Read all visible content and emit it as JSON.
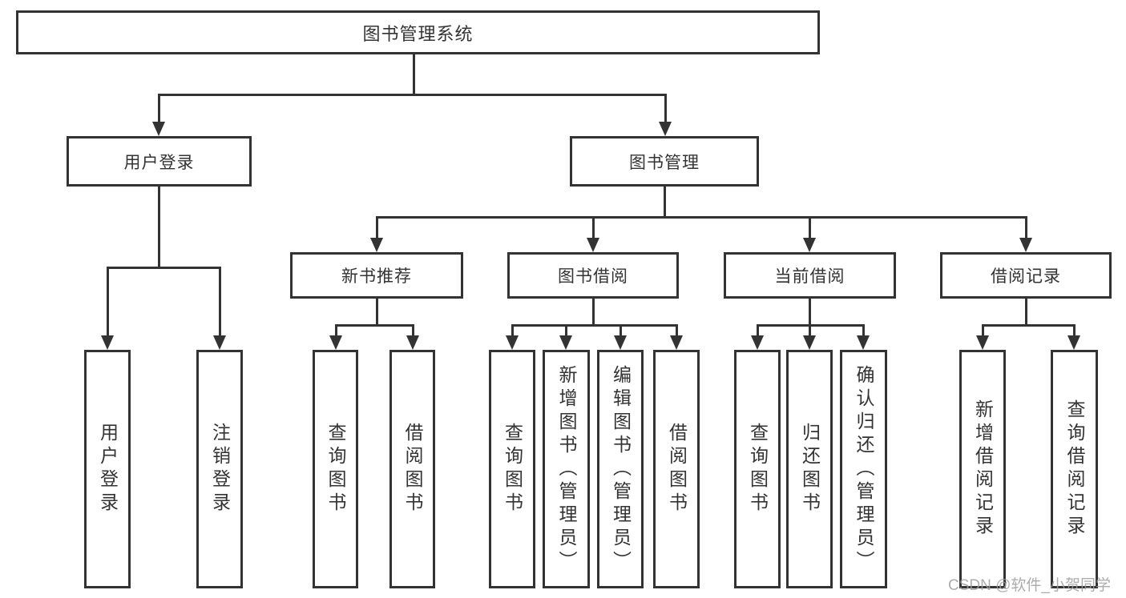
{
  "nodes": {
    "root": {
      "label": "图书管理系统"
    },
    "user_login": {
      "label": "用户登录"
    },
    "book_mgmt": {
      "label": "图书管理"
    },
    "new_book_rec": {
      "label": "新书推荐"
    },
    "book_borrow": {
      "label": "图书借阅"
    },
    "current_borrow": {
      "label": "当前借阅"
    },
    "borrow_record": {
      "label": "借阅记录"
    },
    "leaf_user_login": {
      "label": "用户登录"
    },
    "leaf_logout": {
      "label": "注销登录"
    },
    "leaf_query_book_new": {
      "label": "查询图书"
    },
    "leaf_borrow_book_new": {
      "label": "借阅图书"
    },
    "leaf_query_book_borrow": {
      "label": "查询图书"
    },
    "leaf_add_book": {
      "label": "新增图书（管理员）"
    },
    "leaf_edit_book": {
      "label": "编辑图书（管理员）"
    },
    "leaf_borrow_book_borrow": {
      "label": "借阅图书"
    },
    "leaf_query_book_current": {
      "label": "查询图书"
    },
    "leaf_return_book": {
      "label": "归还图书"
    },
    "leaf_confirm_return": {
      "label": "确认归还（管理员）"
    },
    "leaf_add_borrow_record": {
      "label": "新增借阅记录"
    },
    "leaf_query_borrow_record": {
      "label": "查询借阅记录"
    }
  },
  "watermark": {
    "text": "CSDN @软件_小贺同学",
    "color": "#9e9e9e"
  },
  "colors": {
    "line": "#333333",
    "border": "#333333",
    "text": "#333333",
    "background": "#ffffff"
  }
}
